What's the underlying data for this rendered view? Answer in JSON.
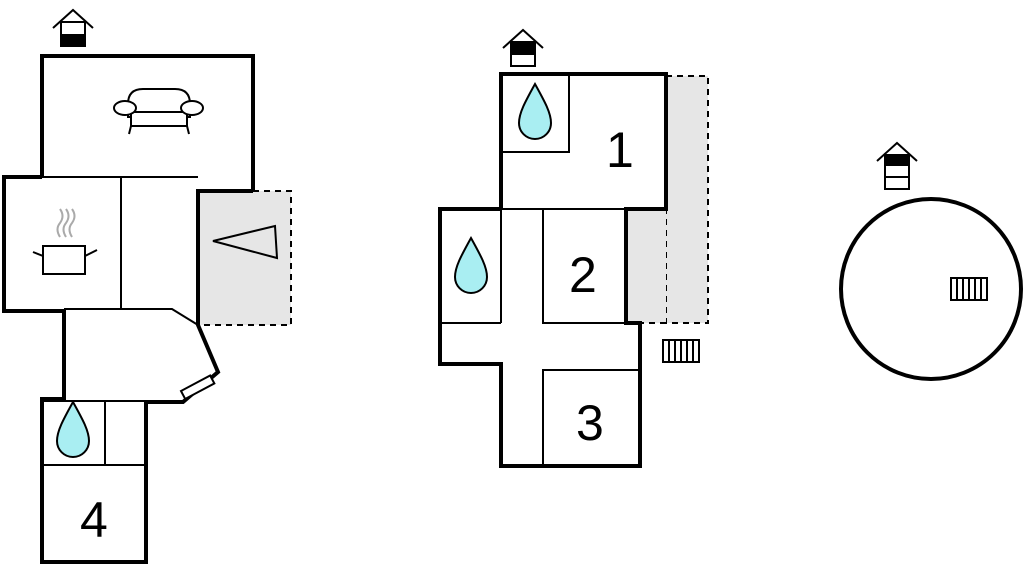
{
  "floor_1": {
    "rooms": [
      {
        "label": "4"
      }
    ]
  },
  "floor_2": {
    "rooms": [
      {
        "label": "1"
      },
      {
        "label": "2"
      },
      {
        "label": "3"
      }
    ]
  },
  "icons": {
    "entrance": "house-arrow-icon",
    "bathroom": "water-drop-icon",
    "living": "sofa-icon",
    "kitchen": "cooking-pot-icon",
    "stairs": "stairs-icon",
    "terrace": "terrace-icon"
  },
  "colors": {
    "bathroom": "#a9eef2",
    "terrace": "#e6e6e6",
    "wall": "#000000"
  }
}
